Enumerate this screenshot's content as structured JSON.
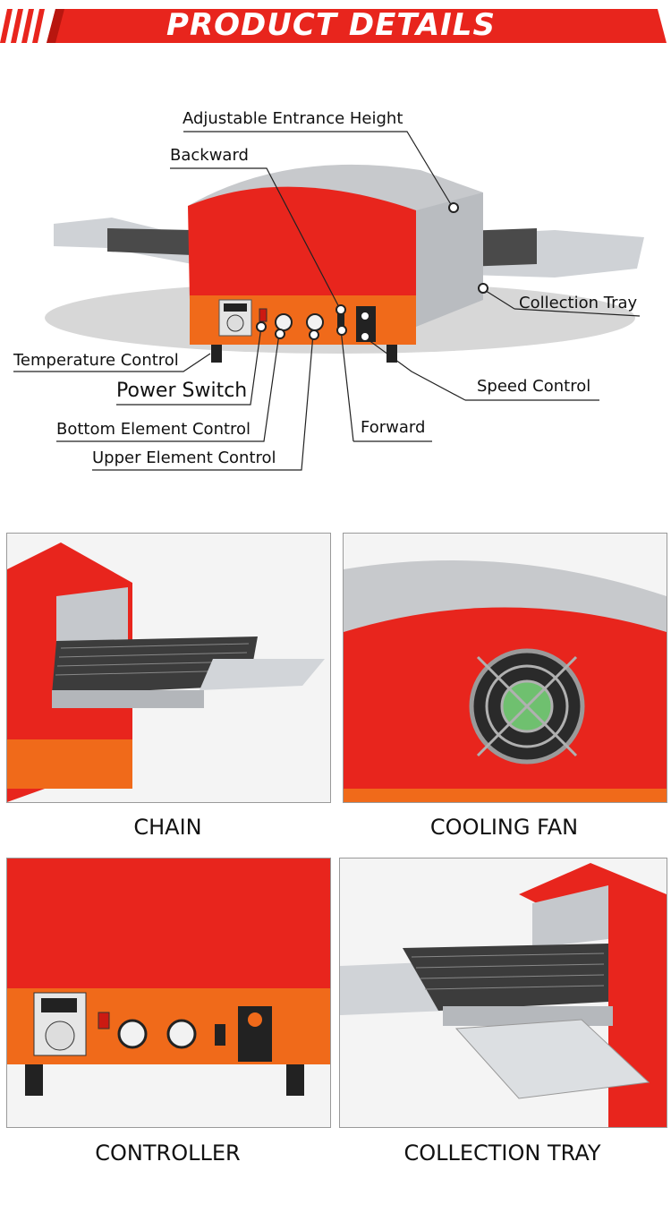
{
  "banner": {
    "title": "PRODUCT DETAILS"
  },
  "callouts": {
    "adjustable_entrance_height": "Adjustable Entrance Height",
    "backward": "Backward",
    "collection_tray": "Collection Tray",
    "temperature_control": "Temperature Control",
    "power_switch": "Power Switch",
    "speed_control": "Speed Control",
    "bottom_element_control": "Bottom  Element Control",
    "forward": "Forward",
    "upper_element_control": "Upper Element Control"
  },
  "panels": [
    {
      "caption": "CHAIN"
    },
    {
      "caption": "COOLING FAN"
    },
    {
      "caption": "CONTROLLER"
    },
    {
      "caption": "COLLECTION TRAY"
    }
  ],
  "colors": {
    "brand_red": "#e8251d",
    "panel_orange": "#f06a1a",
    "steel": "#c9ccd0"
  }
}
